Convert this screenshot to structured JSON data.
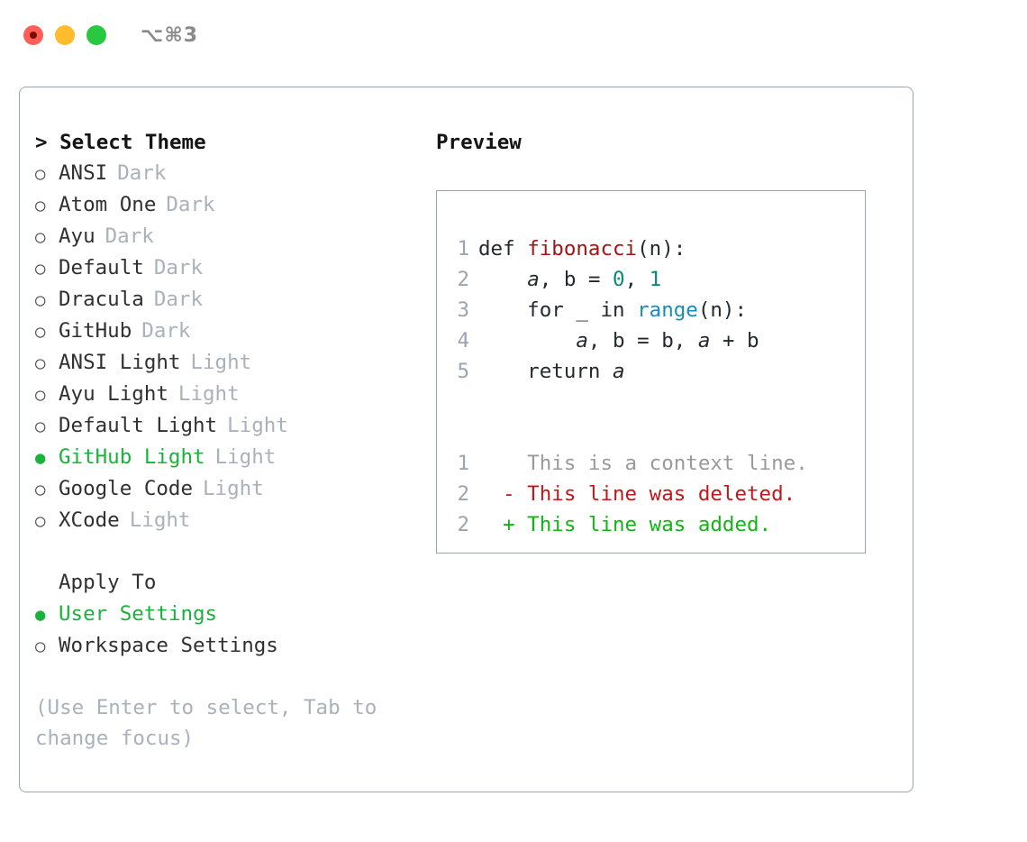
{
  "titlebar": {
    "shortcut": "⌥⌘3",
    "lights": [
      {
        "name": "close",
        "color": "#ff5f57"
      },
      {
        "name": "minimize",
        "color": "#febc2e"
      },
      {
        "name": "maximize",
        "color": "#28c840"
      }
    ]
  },
  "theme_selector": {
    "header": "> Select Theme",
    "unselected_marker": "○",
    "selected_marker": "●",
    "items": [
      {
        "label": "ANSI",
        "tag": "Dark",
        "selected": false
      },
      {
        "label": "Atom One",
        "tag": "Dark",
        "selected": false
      },
      {
        "label": "Ayu",
        "tag": "Dark",
        "selected": false
      },
      {
        "label": "Default",
        "tag": "Dark",
        "selected": false
      },
      {
        "label": "Dracula",
        "tag": "Dark",
        "selected": false
      },
      {
        "label": "GitHub",
        "tag": "Dark",
        "selected": false
      },
      {
        "label": "ANSI Light",
        "tag": "Light",
        "selected": false
      },
      {
        "label": "Ayu Light",
        "tag": "Light",
        "selected": false
      },
      {
        "label": "Default Light",
        "tag": "Light",
        "selected": false
      },
      {
        "label": "GitHub Light",
        "tag": "Light",
        "selected": true
      },
      {
        "label": "Google Code",
        "tag": "Light",
        "selected": false
      },
      {
        "label": "XCode",
        "tag": "Light",
        "selected": false
      }
    ]
  },
  "apply_to": {
    "header": "Apply To",
    "items": [
      {
        "label": "User Settings",
        "selected": true
      },
      {
        "label": "Workspace Settings",
        "selected": false
      }
    ]
  },
  "hint": "(Use Enter to select, Tab to change focus)",
  "preview": {
    "header": "Preview",
    "code_lines": [
      {
        "num": "1",
        "segments": [
          {
            "text": "def ",
            "style": "plain"
          },
          {
            "text": "fibonacci",
            "style": "fn"
          },
          {
            "text": "(n):",
            "style": "plain"
          }
        ]
      },
      {
        "num": "2",
        "segments": [
          {
            "text": "    ",
            "style": "plain"
          },
          {
            "text": "a",
            "style": "var"
          },
          {
            "text": ", b = ",
            "style": "plain"
          },
          {
            "text": "0",
            "style": "num"
          },
          {
            "text": ", ",
            "style": "plain"
          },
          {
            "text": "1",
            "style": "num"
          }
        ]
      },
      {
        "num": "3",
        "segments": [
          {
            "text": "    for _ in ",
            "style": "plain"
          },
          {
            "text": "range",
            "style": "kw"
          },
          {
            "text": "(n):",
            "style": "plain"
          }
        ]
      },
      {
        "num": "4",
        "segments": [
          {
            "text": "        ",
            "style": "plain"
          },
          {
            "text": "a",
            "style": "var"
          },
          {
            "text": ", b = b, ",
            "style": "plain"
          },
          {
            "text": "a",
            "style": "var"
          },
          {
            "text": " + b",
            "style": "plain"
          }
        ]
      },
      {
        "num": "5",
        "segments": [
          {
            "text": "    return ",
            "style": "plain"
          },
          {
            "text": "a",
            "style": "var"
          }
        ]
      }
    ],
    "diff_lines": [
      {
        "num": "1",
        "sign": "  ",
        "text": "This is a context line.",
        "kind": "ctx"
      },
      {
        "num": "2",
        "sign": "- ",
        "text": "This line was deleted.",
        "kind": "del"
      },
      {
        "num": "2",
        "sign": "+ ",
        "text": "This line was added.",
        "kind": "add"
      }
    ]
  },
  "colors": {
    "accent_green": "#19b33c",
    "muted": "#aab1bb",
    "border": "#9aa5b1",
    "fn_red": "#a31515",
    "num_teal": "#0b8a72",
    "kw_blue": "#1a8cba",
    "diff_del": "#c0191b",
    "diff_add": "#11b515"
  }
}
